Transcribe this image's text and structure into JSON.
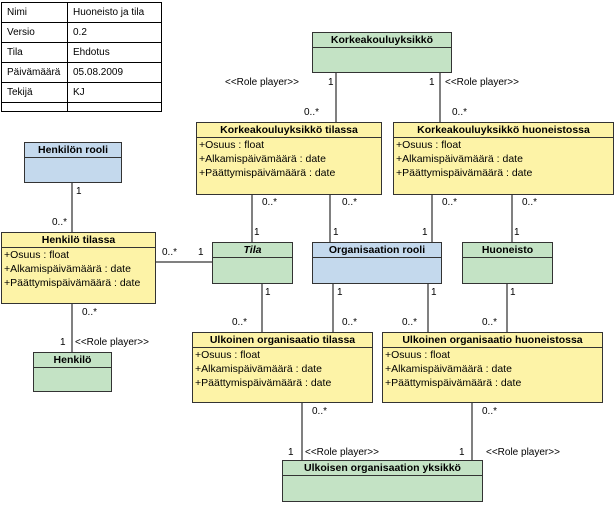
{
  "meta_table": [
    {
      "key": "Nimi",
      "value": "Huoneisto ja tila"
    },
    {
      "key": "Versio",
      "value": "0.2"
    },
    {
      "key": "Tila",
      "value": "Ehdotus"
    },
    {
      "key": "Päivämäärä",
      "value": "05.08.2009"
    },
    {
      "key": "Tekijä",
      "value": "KJ"
    },
    {
      "key": "",
      "value": ""
    }
  ],
  "classes": {
    "korkeakouluyksikko": {
      "title": "Korkeakouluyksikkö",
      "color": "#c4e3c5"
    },
    "kk_tilassa": {
      "title": "Korkeakouluyksikkö tilassa",
      "attrs": [
        "+Osuus : float",
        "+Alkamispäivämäärä : date",
        "+Päättymispäivämäärä : date"
      ],
      "color": "#fdf3a7"
    },
    "kk_huoneistossa": {
      "title": "Korkeakouluyksikkö huoneistossa",
      "attrs": [
        "+Osuus : float",
        "+Alkamispäivämäärä : date",
        "+Päättymispäivämäärä : date"
      ],
      "color": "#fdf3a7"
    },
    "henkilon_rooli": {
      "title": "Henkilön rooli",
      "color": "#c4d9ed"
    },
    "henkilo_tilassa": {
      "title": "Henkilö tilassa",
      "attrs": [
        "+Osuus : float",
        "+Alkamispäivämäärä : date",
        "+Päättymispäivämäärä : date"
      ],
      "color": "#fdf3a7"
    },
    "tila": {
      "title": "Tila",
      "color": "#c4e3c5"
    },
    "organisaation_rooli": {
      "title": "Organisaation rooli",
      "color": "#c4d9ed"
    },
    "huoneisto": {
      "title": "Huoneisto",
      "color": "#c4e3c5"
    },
    "henkilo": {
      "title": "Henkilö",
      "color": "#c4e3c5"
    },
    "ulk_org_tilassa": {
      "title": "Ulkoinen organisaatio tilassa",
      "attrs": [
        "+Osuus : float",
        "+Alkamispäivämäärä : date",
        "+Päättymispäivämäärä : date"
      ],
      "color": "#fdf3a7"
    },
    "ulk_org_huoneistossa": {
      "title": "Ulkoinen organisaatio huoneistossa",
      "attrs": [
        "+Osuus : float",
        "+Alkamispäivämäärä : date",
        "+Päättymispäivämäärä : date"
      ],
      "color": "#fdf3a7"
    },
    "ulk_org_yksikko": {
      "title": "Ulkoisen organisaation yksikkö",
      "color": "#c4e3c5"
    }
  },
  "labels": {
    "role_player": "<<Role player>>",
    "one": "1",
    "many": "0..*"
  }
}
